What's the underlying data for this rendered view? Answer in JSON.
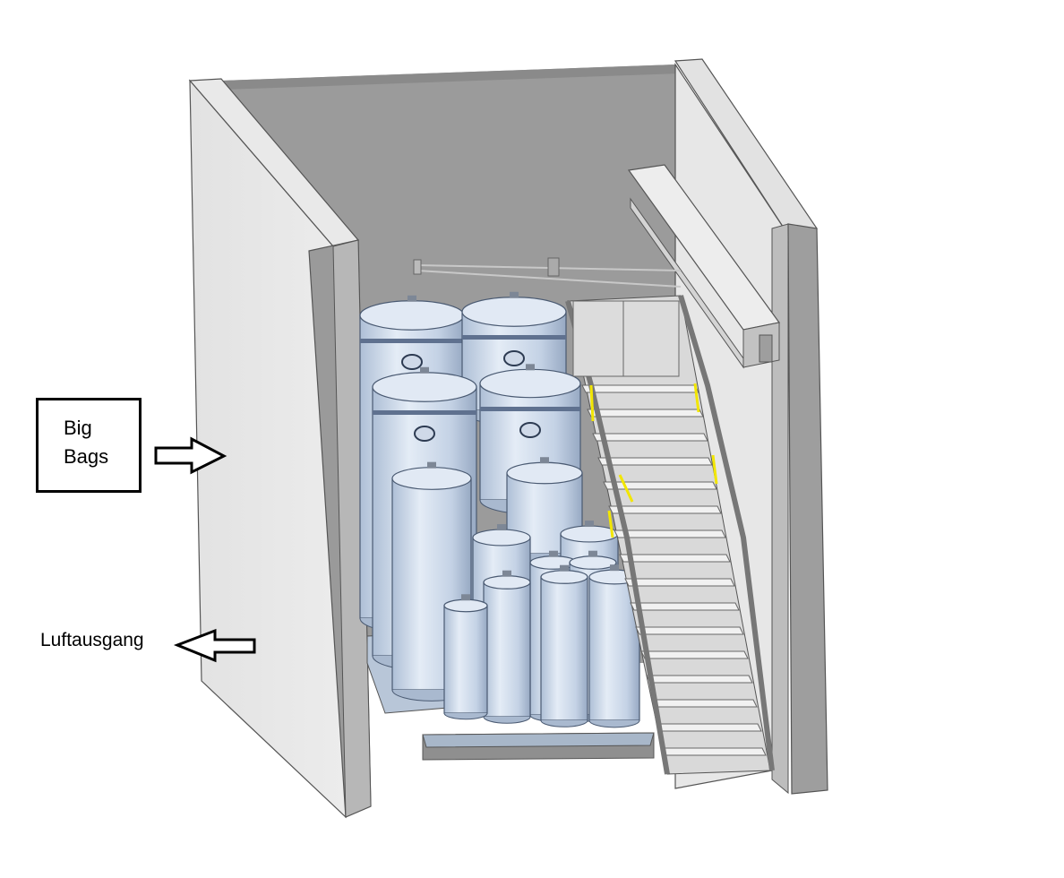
{
  "labels": {
    "big_bags_line1": "Big",
    "big_bags_line2": "Bags",
    "air_outlet": "Luftausgang"
  },
  "icons": {
    "inlet_arrow": "arrow-right-icon",
    "outlet_arrow": "arrow-left-icon"
  },
  "colors": {
    "back_wall": "#9b9b9b",
    "side_wall": "#e6e6e6",
    "wall_edge": "#8c8c8c",
    "tank_body": "#c9d6e8",
    "tank_shade": "#9fb1cb",
    "railing_highlight": "#f2e600"
  }
}
